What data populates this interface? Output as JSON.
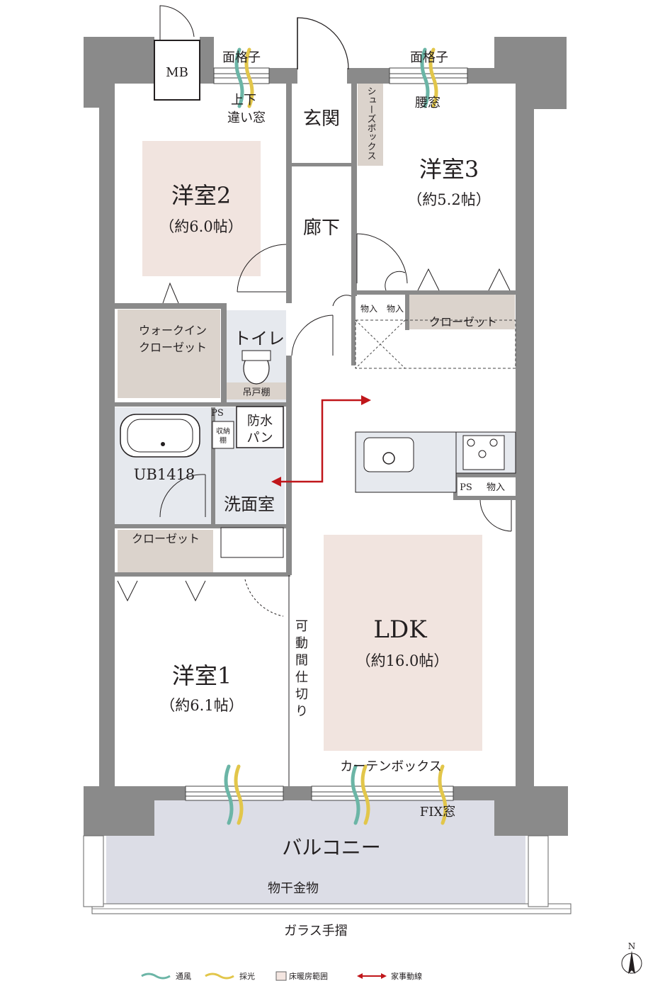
{
  "rooms": {
    "western2": {
      "name": "洋室2",
      "size": "（約6.0帖）"
    },
    "western3": {
      "name": "洋室3",
      "size": "（約5.2帖）"
    },
    "western1": {
      "name": "洋室1",
      "size": "（約6.1帖）"
    },
    "ldk": {
      "name": "LDK",
      "size": "（約16.0帖）"
    },
    "entrance": "玄関",
    "corridor": "廊下",
    "toilet": "トイレ",
    "washroom": "洗面室",
    "unit_bath": "UB1418",
    "balcony": "バルコニー"
  },
  "labels": {
    "mb": "MB",
    "lattice_left": "面格子",
    "lattice_right": "面格子",
    "sliding_window_1": "上下",
    "sliding_window_2": "違い窓",
    "waist_window": "腰窓",
    "shoe_box": "シューズボックス",
    "storage_a": "物入",
    "storage_b": "物入",
    "storage_c": "物入",
    "closet_w3": "クローゼット",
    "closet_w1": "クローゼット",
    "walk_in_1": "ウォークイン",
    "walk_in_2": "クローゼット",
    "hanging_shelf": "吊戸棚",
    "ps_1": "PS",
    "ps_2": "PS",
    "waterproof_1": "防水",
    "waterproof_2": "パン",
    "storage_shelf_1": "収納",
    "storage_shelf_2": "棚",
    "movable_partition": [
      "可",
      "動",
      "間",
      "仕",
      "切",
      "り"
    ],
    "curtain_box": "カーテンボックス",
    "fix_window": "FIX窓",
    "drying_hardware": "物干金物",
    "glass_handrail": "ガラス手摺",
    "north": "N"
  },
  "legend": [
    {
      "label": "通風",
      "color": "#6bb5a6"
    },
    {
      "label": "採光",
      "color": "#e2c64a"
    },
    {
      "label": "床暖房範囲",
      "color": "#f4e6e1"
    },
    {
      "label": "家事動線",
      "color": "#c0161a"
    }
  ],
  "colors": {
    "wall": "#8a8a8a",
    "floor_heat": "#f1e4df",
    "closet": "#dbd3cc",
    "wet_area": "#e6e9ee",
    "balcony": "#dcdde6",
    "vent": "#6bb5a6",
    "light": "#e2c64a",
    "path": "#c0161a"
  }
}
